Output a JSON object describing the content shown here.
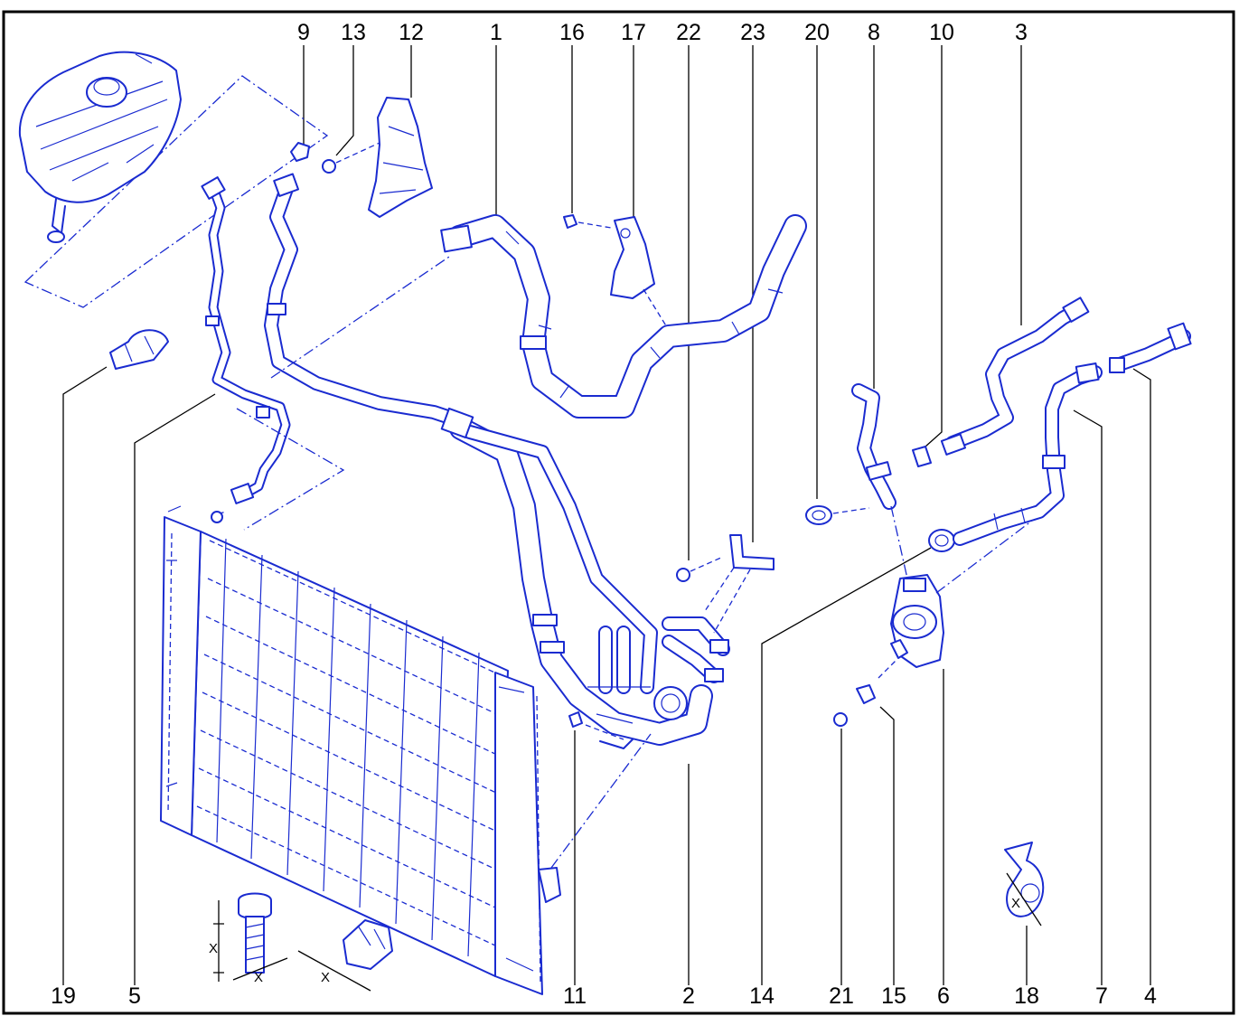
{
  "labels": {
    "top": [
      "9",
      "13",
      "12",
      "1",
      "16",
      "17",
      "22",
      "23",
      "20",
      "8",
      "10",
      "3"
    ],
    "bottom": [
      "19",
      "5",
      "11",
      "2",
      "14",
      "21",
      "15",
      "6",
      "18",
      "7",
      "4"
    ]
  },
  "dimension_marks": {
    "bolt_x_vertical": "X",
    "bolt_x_horizontal": "X",
    "clip_x": "X",
    "clamp_x": "X"
  },
  "colors": {
    "line_art": "#1a2bd0",
    "frame": "#000000",
    "callouts": "#000000",
    "background": "#ffffff"
  }
}
